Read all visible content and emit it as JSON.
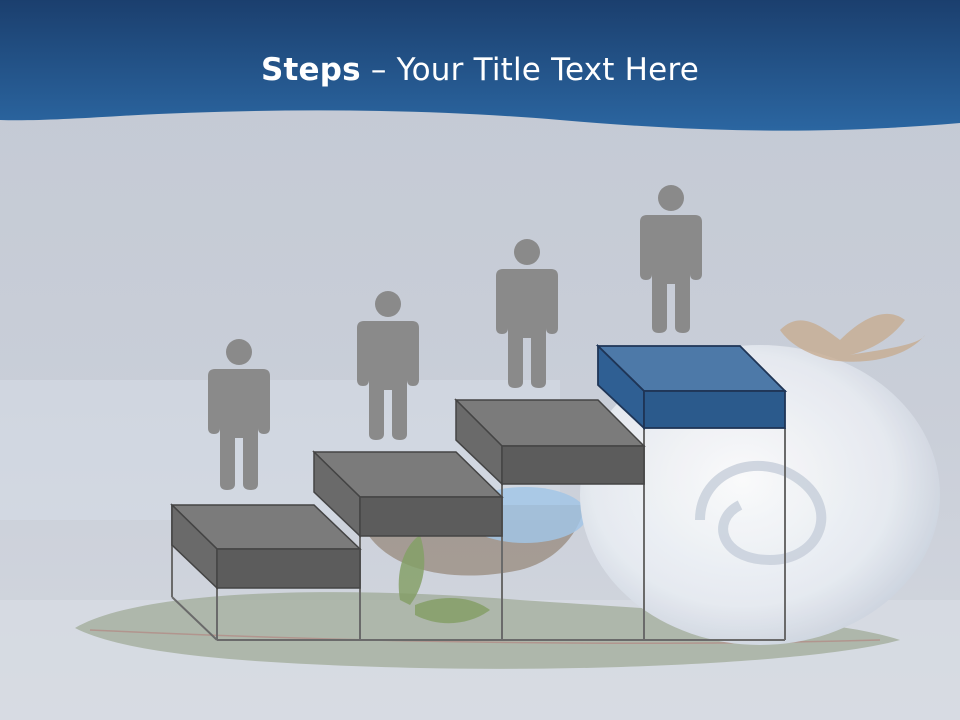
{
  "slide": {
    "title_bold": "Steps",
    "title_rest": " – Your Title Text Here"
  },
  "colors": {
    "header_dark": "#1f4878",
    "header_light": "#2e6aa6",
    "step_gray_top": "#7d7d7d",
    "step_gray_front": "#5f5f5f",
    "step_blue_top": "#4f7aaa",
    "step_blue_front": "#2b5a8c",
    "figure": "#8a8a8a"
  },
  "steps": [
    {
      "name": "step-1",
      "highlight": false
    },
    {
      "name": "step-2",
      "highlight": false
    },
    {
      "name": "step-3",
      "highlight": false
    },
    {
      "name": "step-4",
      "highlight": true
    }
  ]
}
